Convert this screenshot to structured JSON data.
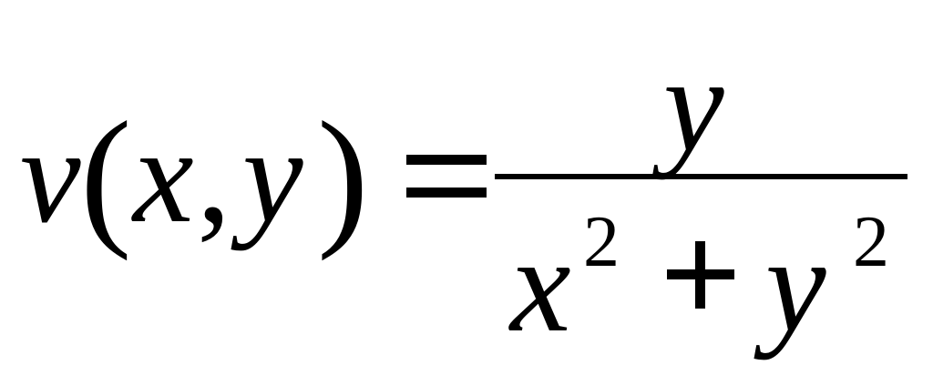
{
  "equation": {
    "function_name": "v",
    "open_paren": "(",
    "arg1": "x",
    "comma": ",",
    "arg2": "y",
    "close_paren": ")",
    "equals": "=",
    "numerator": "y",
    "denominator": {
      "term1_base": "x",
      "term1_exponent": "2",
      "operator": "+",
      "term2_base": "y",
      "term2_exponent": "2"
    }
  }
}
